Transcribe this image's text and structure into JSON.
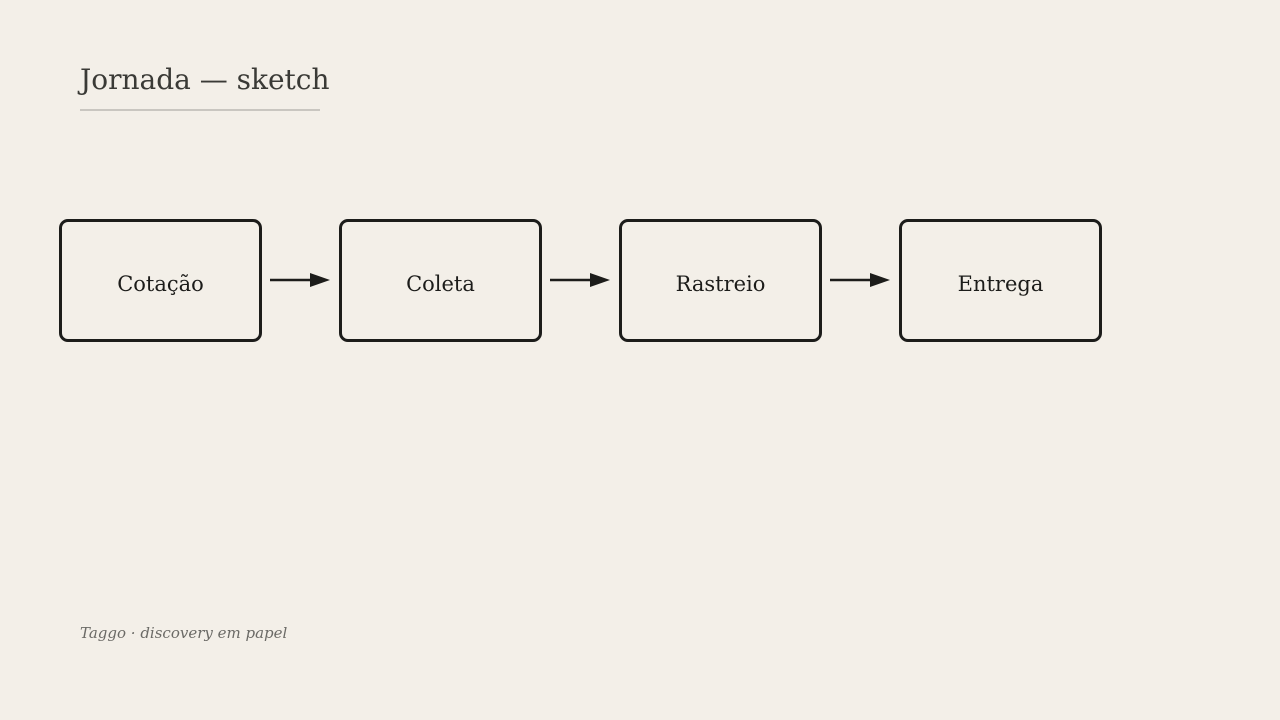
{
  "header": {
    "title": "Jornada — sketch"
  },
  "flow": {
    "steps": [
      {
        "label": "Cotação"
      },
      {
        "label": "Coleta"
      },
      {
        "label": "Rastreio"
      },
      {
        "label": "Entrega"
      }
    ],
    "colors": {
      "stroke": "#1c1c1a",
      "background": "#f3efe8",
      "rule": "#c9c6c0"
    }
  },
  "footer": {
    "caption": "Taggo · discovery em papel"
  }
}
